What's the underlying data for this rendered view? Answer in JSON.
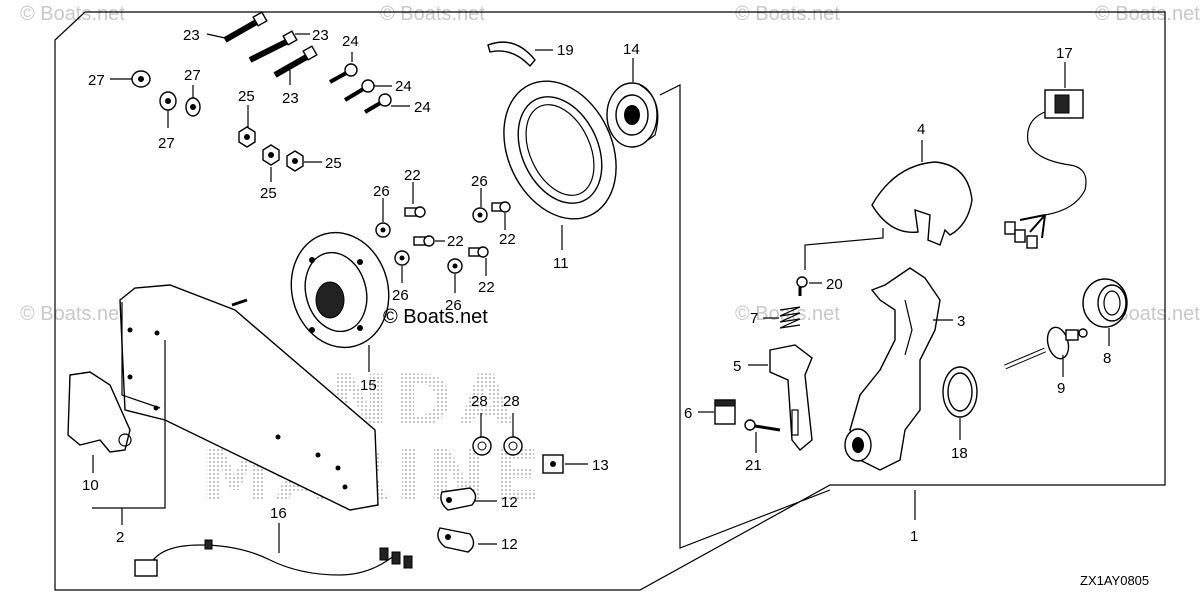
{
  "watermark": {
    "text": "© Boats.net",
    "center_text": "© Boats.net"
  },
  "background_brand": {
    "line1": "HONDA",
    "line2": "MARINE"
  },
  "diagram_code": "ZX1AY0805",
  "callouts": {
    "c1": "1",
    "c2": "2",
    "c3": "3",
    "c4": "4",
    "c5": "5",
    "c6": "6",
    "c7": "7",
    "c8": "8",
    "c9": "9",
    "c10": "10",
    "c11": "11",
    "c12a": "12",
    "c12b": "12",
    "c13": "13",
    "c14": "14",
    "c15": "15",
    "c16": "16",
    "c17": "17",
    "c18": "18",
    "c19": "19",
    "c20": "20",
    "c21": "21",
    "c22a": "22",
    "c22b": "22",
    "c22c": "22",
    "c22d": "22",
    "c23a": "23",
    "c23b": "23",
    "c23c": "23",
    "c24a": "24",
    "c24b": "24",
    "c24c": "24",
    "c25a": "25",
    "c25b": "25",
    "c25c": "25",
    "c26a": "26",
    "c26b": "26",
    "c26c": "26",
    "c26d": "26",
    "c27a": "27",
    "c27b": "27",
    "c27c": "27",
    "c28a": "28",
    "c28b": "28"
  }
}
